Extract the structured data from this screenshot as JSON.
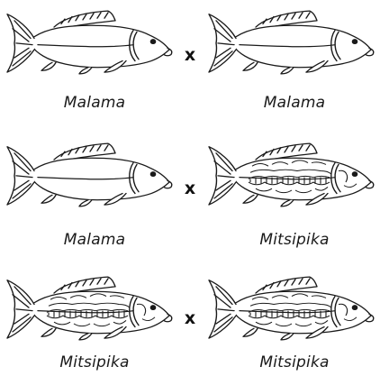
{
  "pairs": [
    {
      "left": {
        "name": "Malama",
        "scales": "smooth"
      },
      "operator": "x",
      "right": {
        "name": "Malama",
        "scales": "smooth"
      }
    },
    {
      "left": {
        "name": "Malama",
        "scales": "smooth"
      },
      "operator": "x",
      "right": {
        "name": "Mitsipika",
        "scales": "mirror"
      }
    },
    {
      "left": {
        "name": "Mitsipika",
        "scales": "mirror"
      },
      "operator": "x",
      "right": {
        "name": "Mitsipika",
        "scales": "mirror"
      }
    }
  ],
  "colors": {
    "line": "#1a1a1a",
    "background": "#ffffff"
  }
}
